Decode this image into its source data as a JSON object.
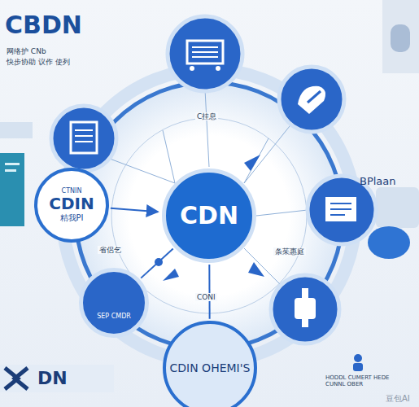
{
  "diagram": {
    "title": "CBDN",
    "nodes": [
      {
        "text": [
          "CDN"
        ]
      },
      {
        "text": [
          "CTNIN",
          "CDIN",
          "精我PI"
        ]
      },
      {
        "text": [
          "SEP CMDR"
        ]
      },
      {
        "text": [
          "CDIN OHEMI'S"
        ]
      }
    ],
    "edges": [
      {
        "from": 1,
        "to": 0,
        "arrow": "to"
      },
      {
        "from": 0,
        "to": 2,
        "arrow": "none"
      },
      {
        "from": 0,
        "to": 3,
        "arrow": "none"
      }
    ],
    "labels": [
      "网络护 CNb",
      "快步协助 议作 使列",
      "C挂息",
      "BPlaan",
      "省侶乞",
      "条茱惠庭",
      "CONI",
      "DN",
      "HODDL CUMERT HEDE CUNNL OBER",
      "豆包AI"
    ]
  }
}
